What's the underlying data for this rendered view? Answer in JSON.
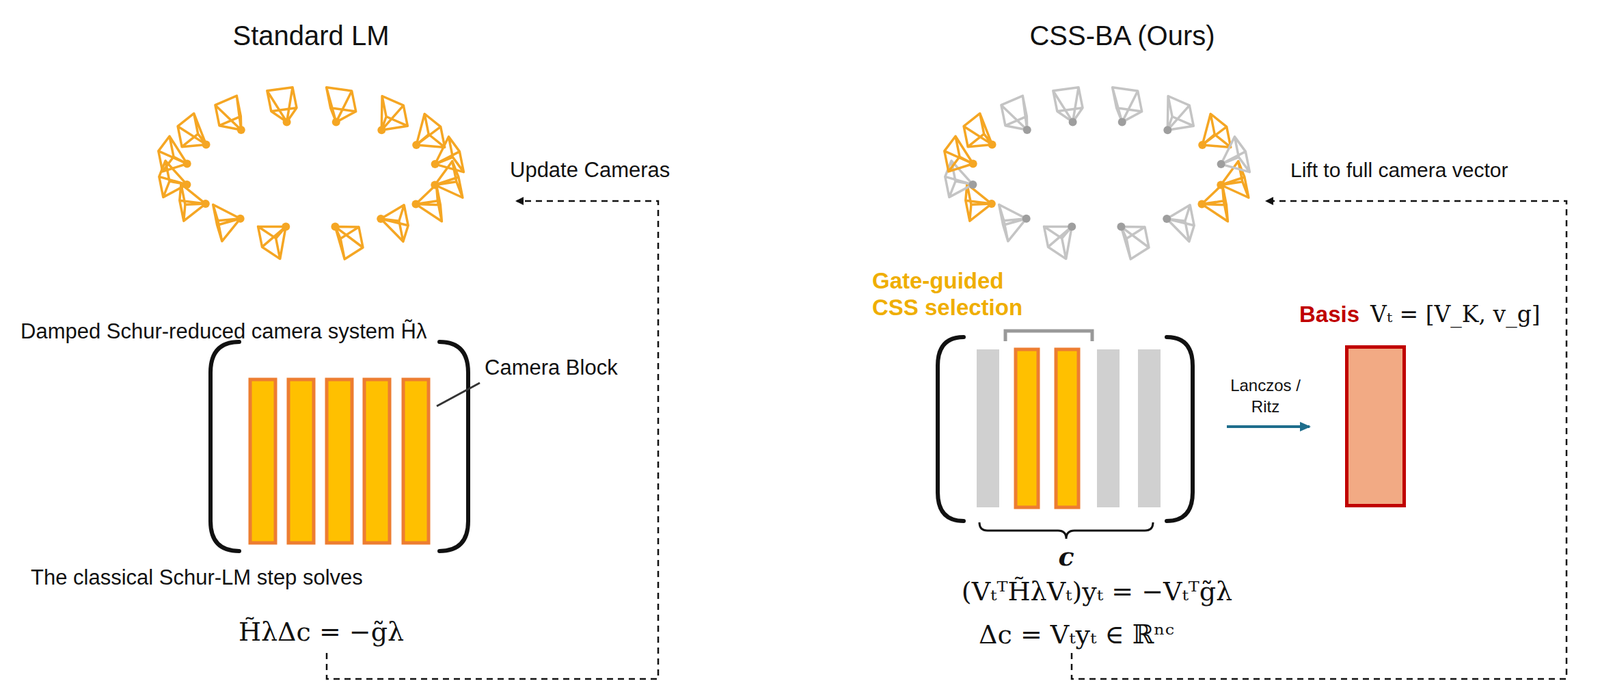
{
  "diagram": {
    "nodes": [
      {
        "text": [
          "Damped Schur-reduced camera system H̃λ"
        ]
      },
      {
        "text": [
          "Gate-guided CSS selection",
          "c"
        ]
      },
      {
        "text": [
          "Basis",
          "Vₜ = [V_K, v_g]"
        ]
      }
    ],
    "edges": [
      {
        "from": 1,
        "to": 2,
        "arrow": "to",
        "label": "Lanczos / Ritz"
      }
    ],
    "labels": [
      "Standard LM",
      "CSS-BA (Ours)",
      "Update Cameras",
      "Lift to full camera vector",
      "Camera Block",
      "The classical Schur-LM step solves",
      "H̃λΔc = −g̃λ",
      "(VₜᵀH̃λVₜ)yₜ = −Vₜᵀg̃λ",
      "Δc = Vₜyₜ ∈ ℝⁿᶜ"
    ]
  }
}
